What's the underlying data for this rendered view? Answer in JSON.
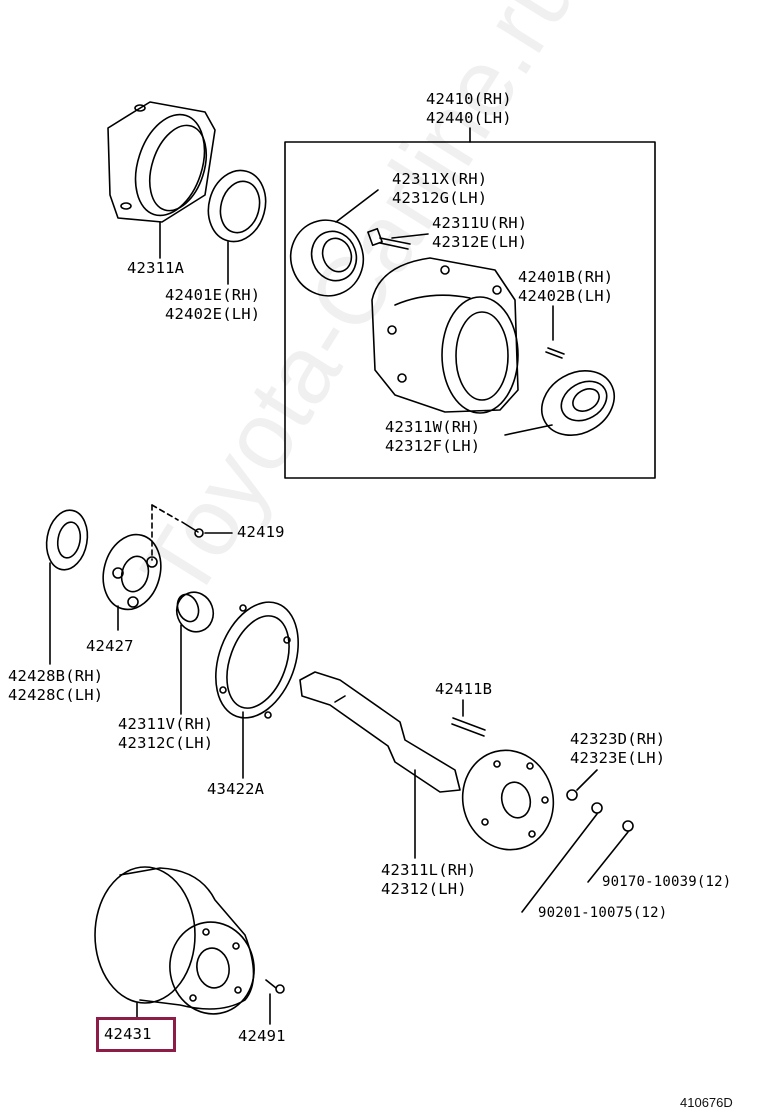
{
  "watermark": "Toyota-Carline.ru",
  "diagram_code": "410676D",
  "highlight_color": "#8d1c46",
  "labels": {
    "p42410": "42410(RH)",
    "p42440": "42440(LH)",
    "p42311X": "42311X(RH)",
    "p42312G": "42312G(LH)",
    "p42311U": "42311U(RH)",
    "p42312E": "42312E(LH)",
    "p42401B": "42401B(RH)",
    "p42402B": "42402B(LH)",
    "p42311A": "42311A",
    "p42401E": "42401E(RH)",
    "p42402E": "42402E(LH)",
    "p42311W": "42311W(RH)",
    "p42312F": "42312F(LH)",
    "p42419": "42419",
    "p42427": "42427",
    "p42428B": "42428B(RH)",
    "p42428C": "42428C(LH)",
    "p42411B": "42411B",
    "p42311V": "42311V(RH)",
    "p42312C": "42312C(LH)",
    "p42323D": "42323D(RH)",
    "p42323E": "42323E(LH)",
    "p43422A": "43422A",
    "p42311L": "42311L(RH)",
    "p42312": "42312(LH)",
    "p90170": "90170-10039(12)",
    "p90201": "90201-10075(12)",
    "p42431": "42431",
    "p42491": "42491"
  }
}
